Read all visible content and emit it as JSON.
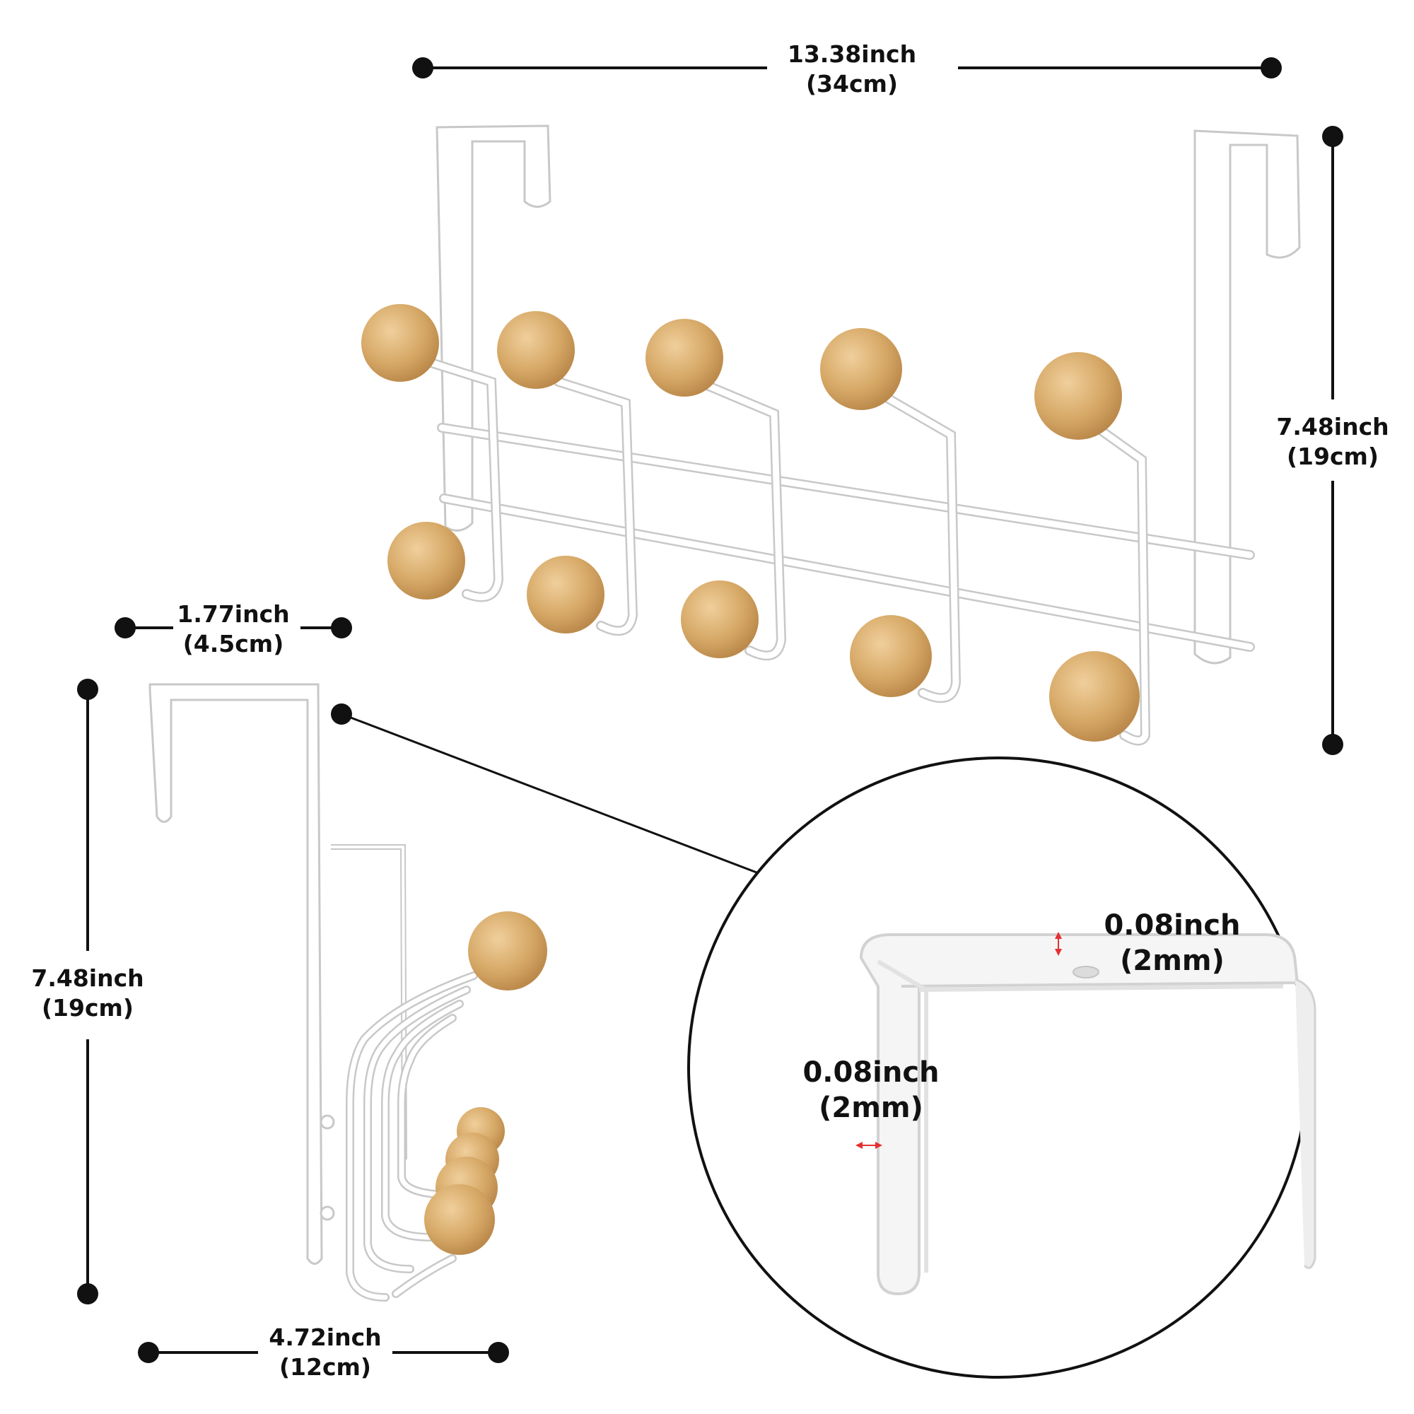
{
  "dimensions": {
    "top_width": {
      "primary": "13.38inch",
      "secondary": "(34cm)"
    },
    "right_height": {
      "primary": "7.48inch",
      "secondary": "(19cm)"
    },
    "side_top_width": {
      "primary": "1.77inch",
      "secondary": "(4.5cm)"
    },
    "side_height": {
      "primary": "7.48inch",
      "secondary": "(19cm)"
    },
    "side_bottom_width": {
      "primary": "4.72inch",
      "secondary": "(12cm)"
    },
    "detail_top_thickness": {
      "primary": "0.08inch",
      "secondary": "(2mm)"
    },
    "detail_side_thickness": {
      "primary": "0.08inch",
      "secondary": "(2mm)"
    }
  },
  "colors": {
    "metal": "#ffffff",
    "metal_edge": "#c8c8c8",
    "wood": "#d9ad72",
    "dimension_line": "#111111",
    "arrow": "#e53030"
  }
}
